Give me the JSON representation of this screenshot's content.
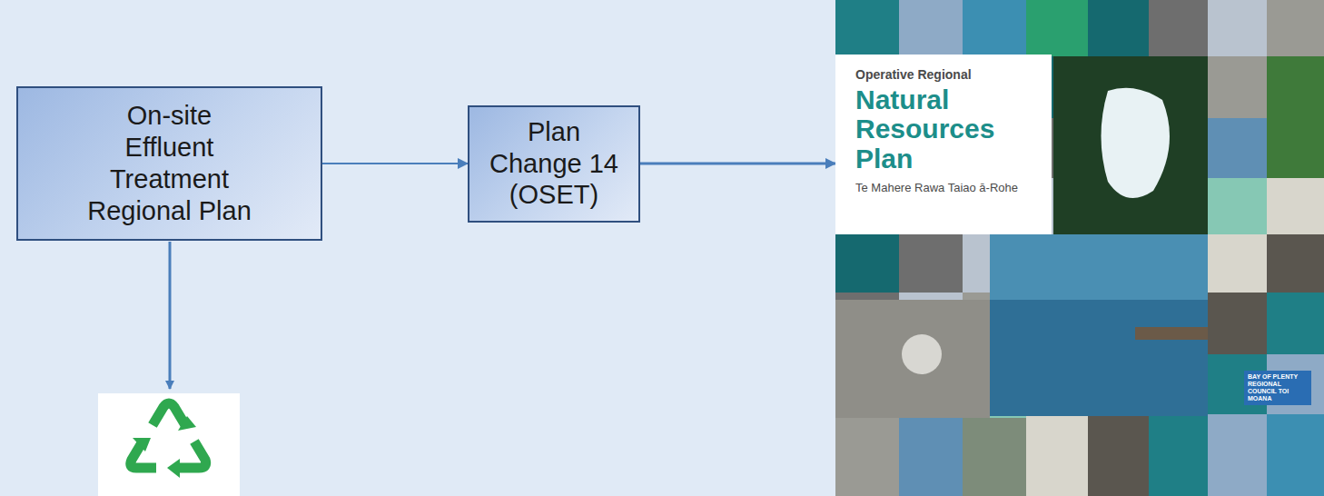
{
  "diagram": {
    "nodes": [
      {
        "text": [
          "On-site Effluent Treatment Regional Plan"
        ]
      },
      {
        "text": [
          "Plan Change 14 (OSET)"
        ]
      },
      {
        "text": [
          "Operative Regional",
          "Natural Resources Plan",
          "Te Mahere Rawa Taiao ā-Rohe",
          "BAY OF PLENTY REGIONAL COUNCIL TOI MOANA"
        ]
      }
    ],
    "edges": [
      {
        "from": 0,
        "to": 1,
        "arrow": "to"
      },
      {
        "from": 1,
        "to": 2,
        "arrow": "to"
      }
    ]
  }
}
